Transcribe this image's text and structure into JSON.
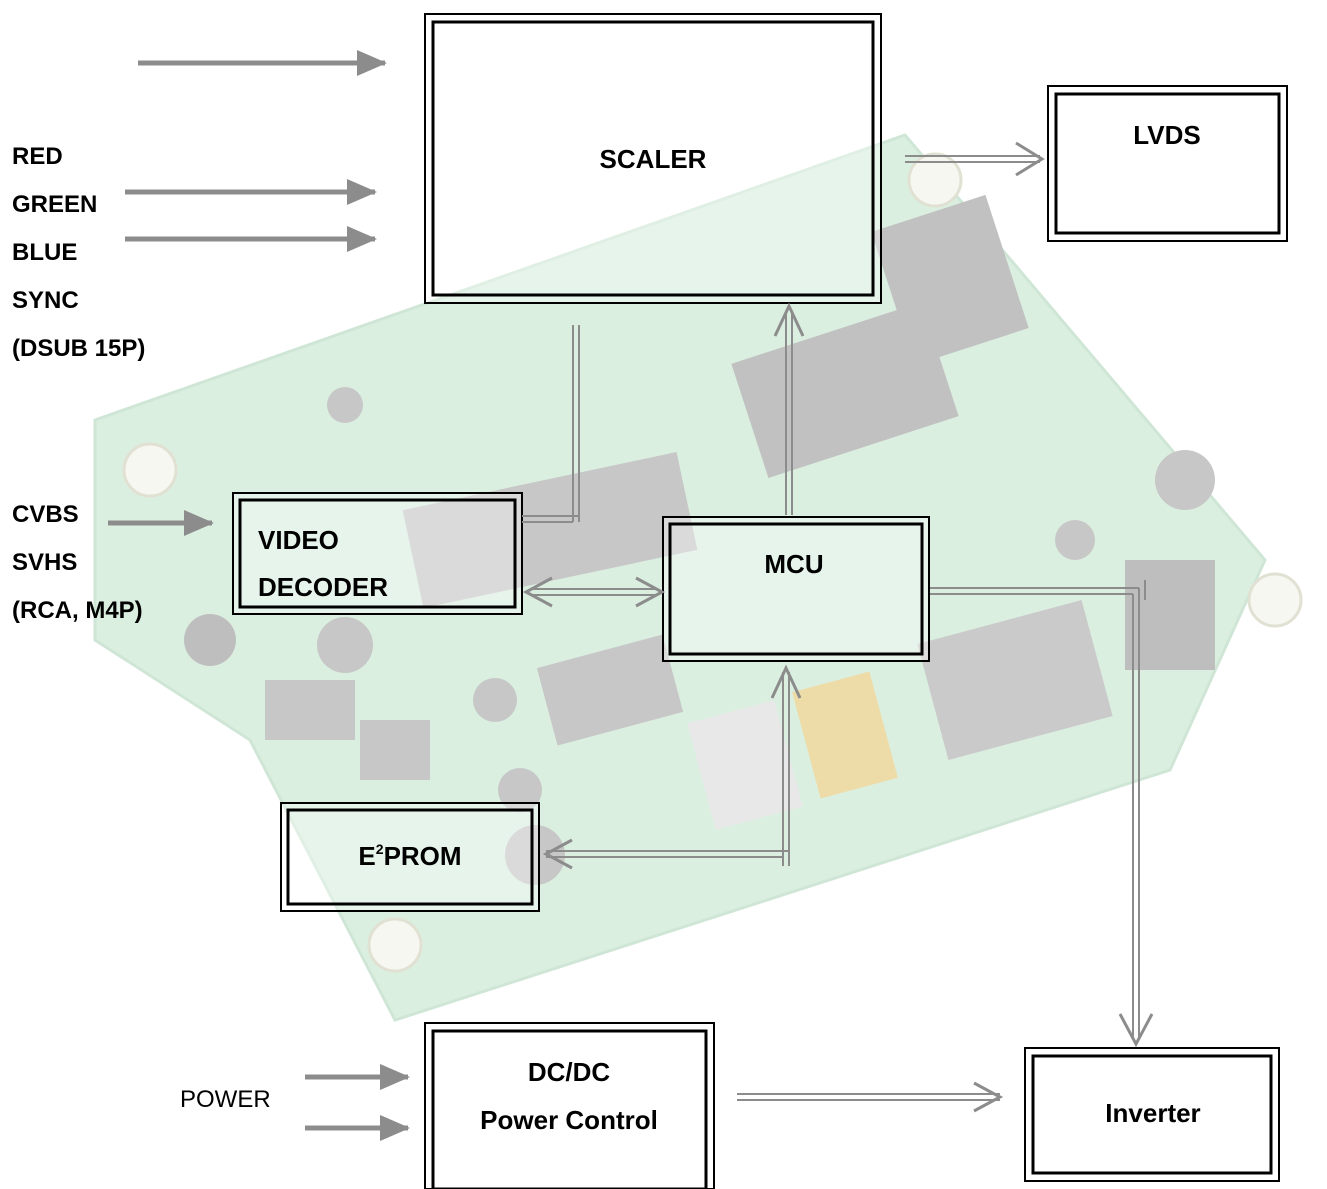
{
  "inputs": {
    "rgb": [
      "RED",
      "GREEN",
      "BLUE",
      "SYNC",
      "(DSUB 15P)"
    ],
    "video": [
      "CVBS",
      "SVHS",
      "(RCA, M4P)"
    ],
    "power": "POWER"
  },
  "blocks": {
    "scaler": "SCALER",
    "lvds": "LVDS",
    "video_decoder_line1": "VIDEO",
    "video_decoder_line2": "DECODER",
    "mcu": "MCU",
    "eeprom_prefix": "E",
    "eeprom_sup": "2",
    "eeprom_suffix": "PROM",
    "dcdc_line1": "DC/DC",
    "dcdc_line2": "Power Control",
    "inverter": "Inverter"
  },
  "colors": {
    "arrow": "#8c8c8c",
    "box_stroke": "#000000",
    "board_background": "#cfe9d6"
  },
  "background_image": "faded green LCD controller circuit board photo"
}
